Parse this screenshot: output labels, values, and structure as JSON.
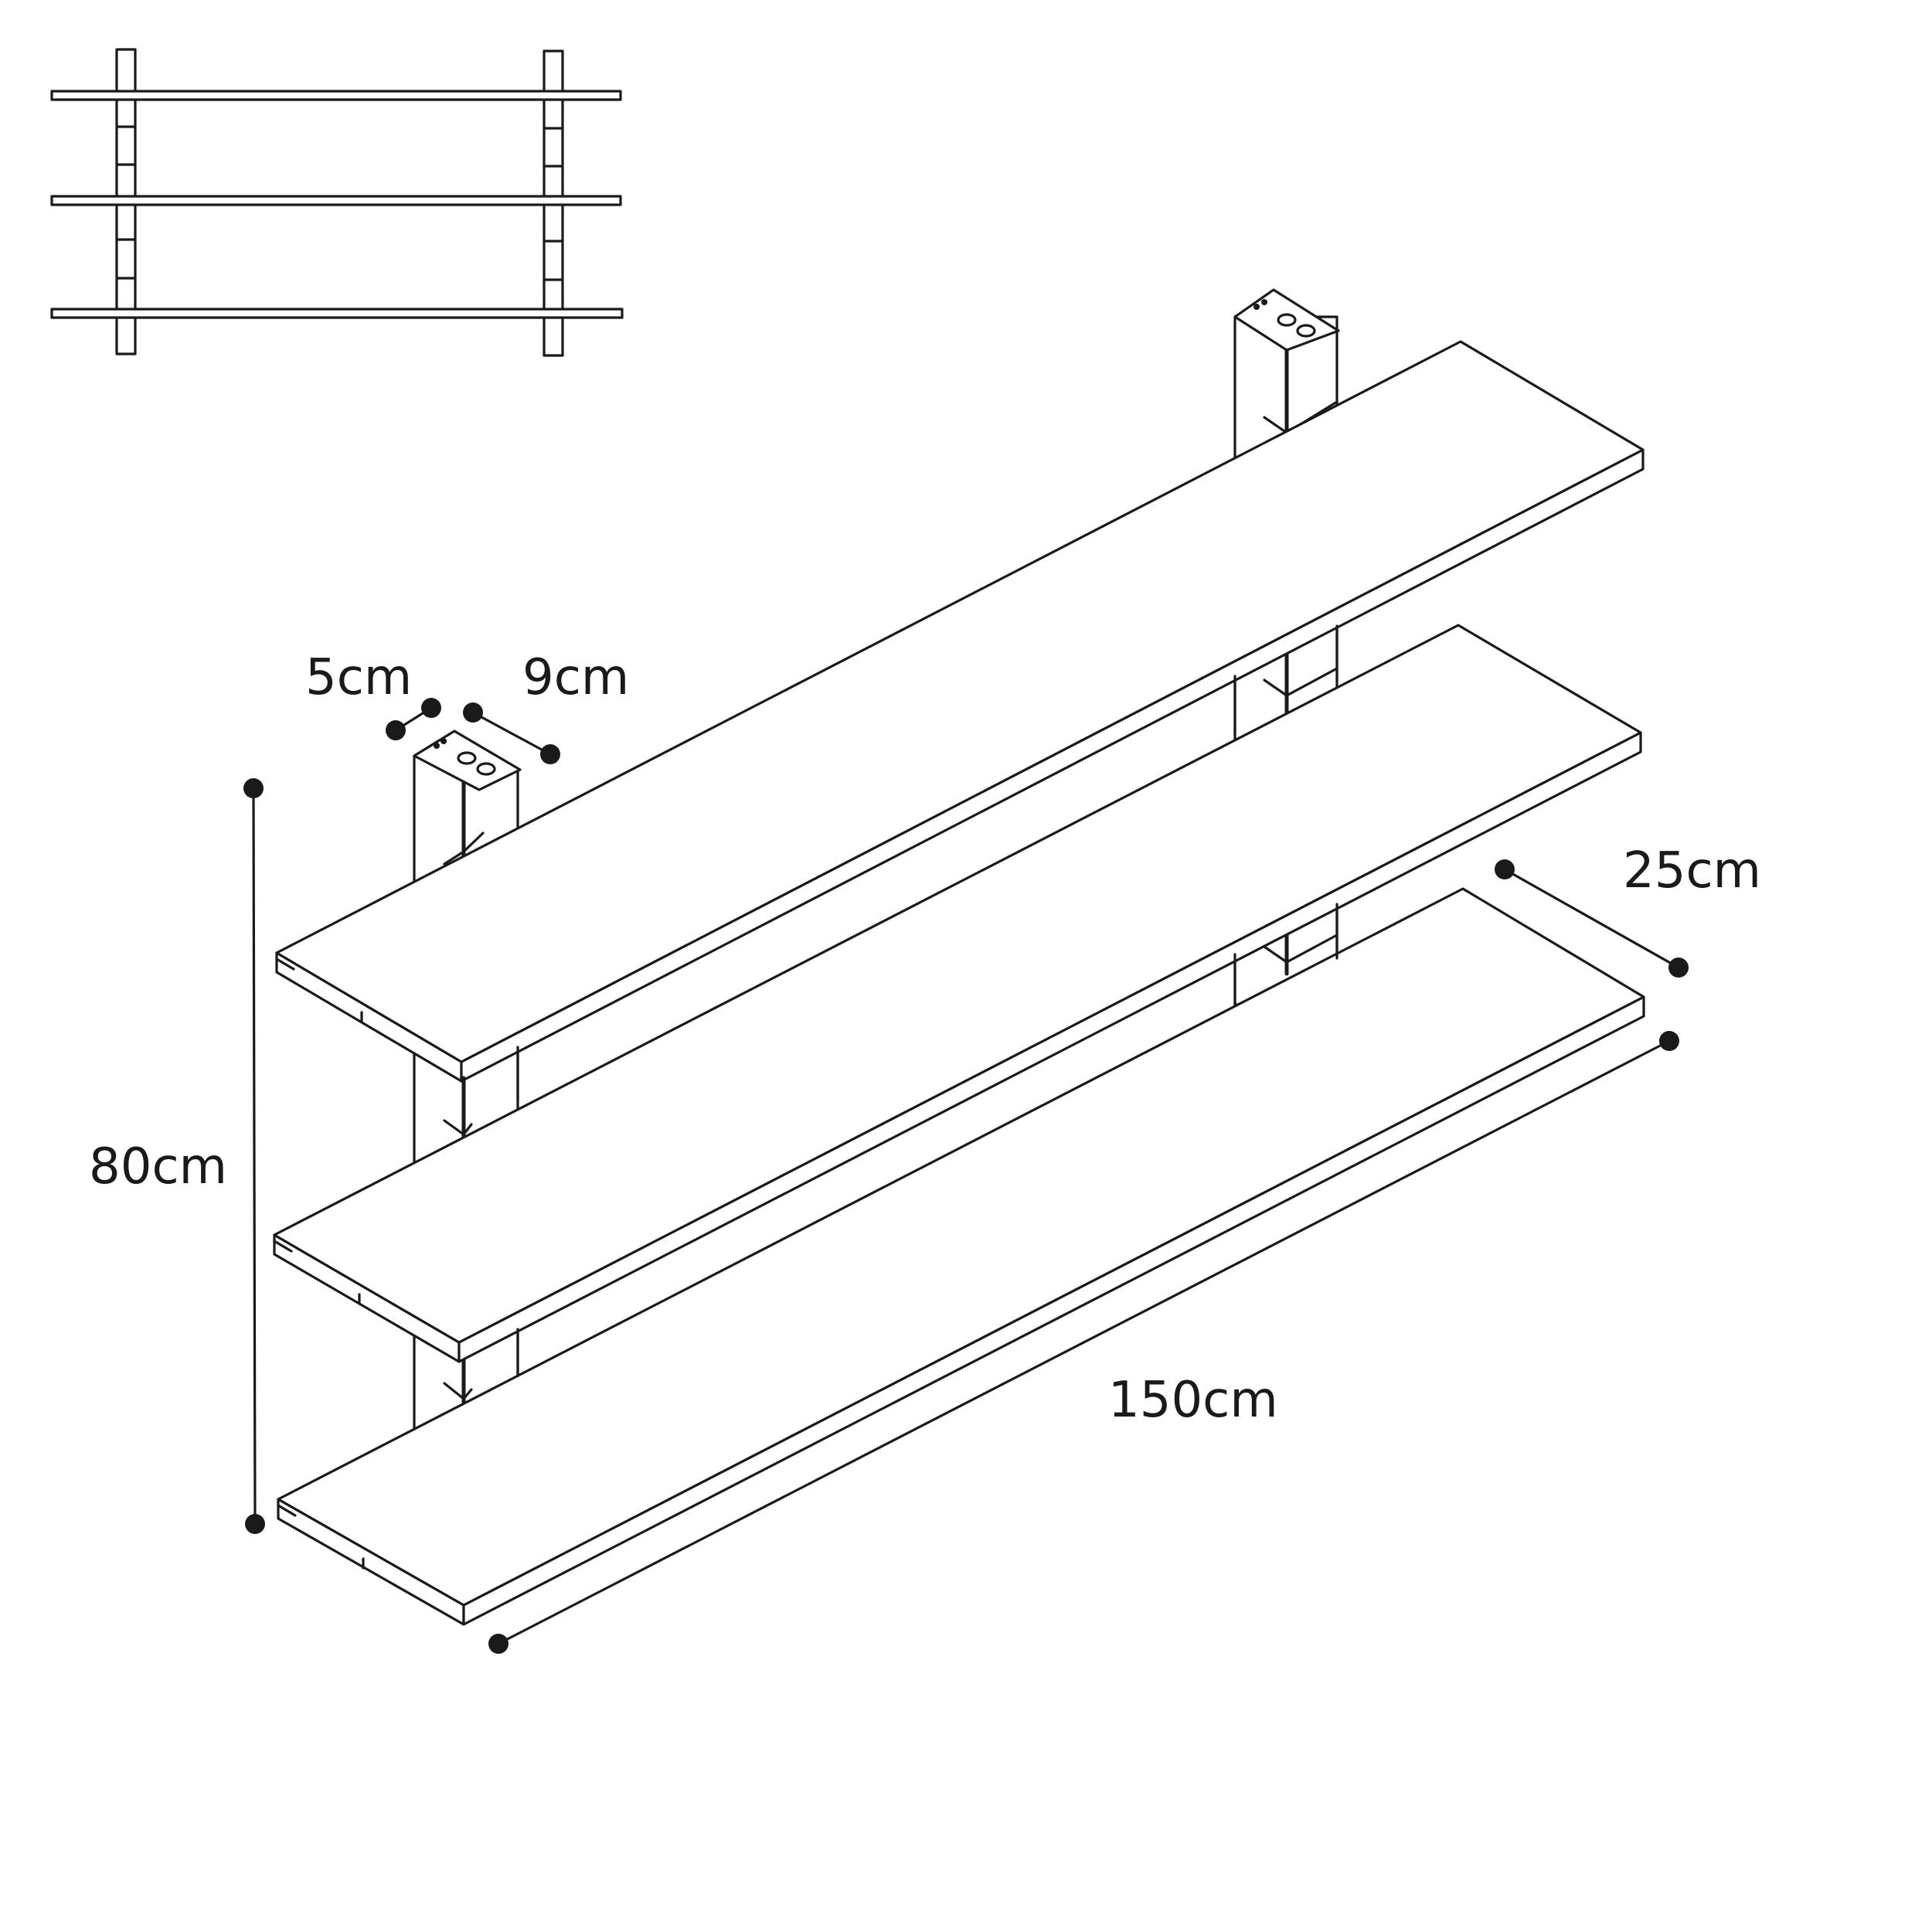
{
  "dimensions": {
    "post_depth": "5cm",
    "post_width": "9cm",
    "height": "80cm",
    "shelf_depth": "25cm",
    "shelf_length": "150cm"
  },
  "colors": {
    "line": "#1a1a1a",
    "background": "#ffffff"
  }
}
